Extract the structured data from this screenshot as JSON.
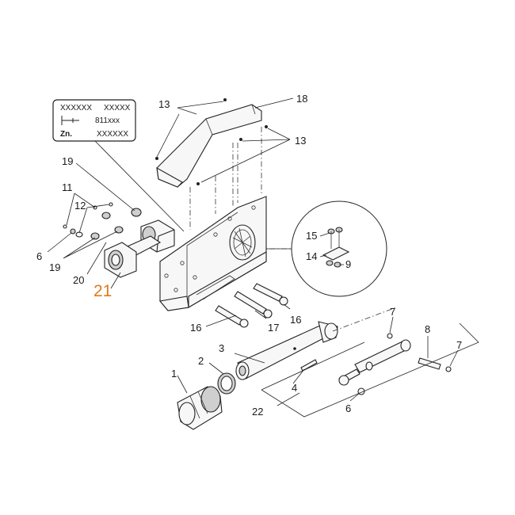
{
  "diagram": {
    "plate": {
      "line1_left": "XXXXXX",
      "line1_right": "XXXXX",
      "line2_right": "811xxx",
      "line3_left": "Zn.",
      "line3_right": "XXXXXX"
    },
    "callouts": {
      "c1": "1",
      "c2": "2",
      "c3": "3",
      "c4": "4",
      "c6a": "6",
      "c6b": "6",
      "c7a": "7",
      "c7b": "7",
      "c8": "8",
      "c9": "9",
      "c11": "11",
      "c12": "12",
      "c13a": "13",
      "c13b": "13",
      "c14": "14",
      "c15": "15",
      "c16a": "16",
      "c16b": "16",
      "c17": "17",
      "c18": "18",
      "c19a": "19",
      "c19b": "19",
      "c20": "20",
      "c21": "21",
      "c22": "22"
    },
    "highlight_color": "#e07b1a"
  }
}
